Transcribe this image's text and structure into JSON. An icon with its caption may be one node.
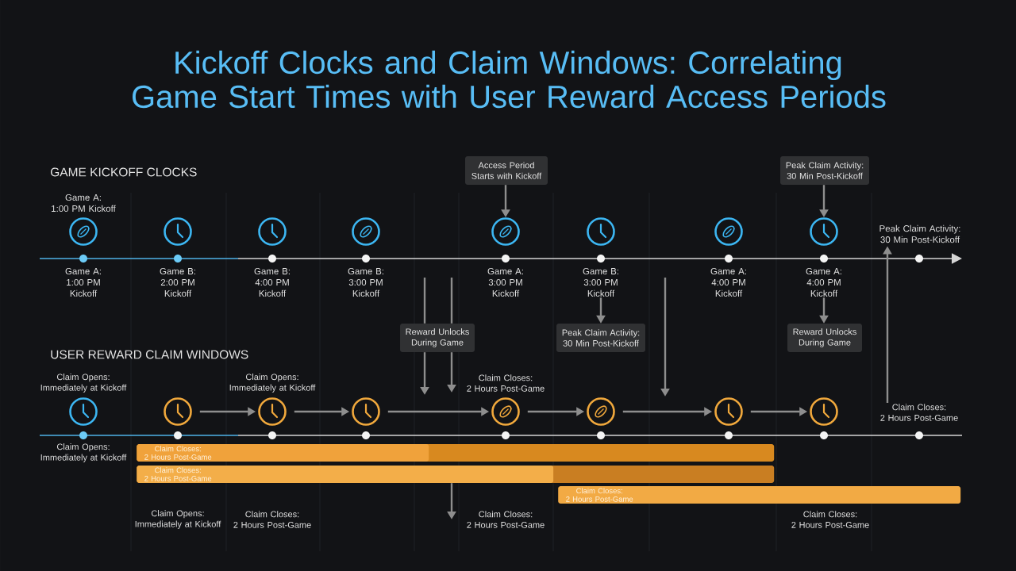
{
  "diagram": {
    "title": "Kickoff Clocks and Claim Windows: Correlating Game Start Times with User Reward Access Periods",
    "nodes": [
      {
        "text": [
          "Access Period Starts with Kickoff"
        ]
      },
      {
        "text": [
          "Peak Claim Activity: 30 Min Post-Kickoff"
        ]
      },
      {
        "text": [],
        "shape": "circle",
        "beside": [
          "Game A: 1:00 PM Kickoff",
          "Game A: 1:00 PM Kickoff"
        ]
      },
      {
        "text": [],
        "shape": "circle",
        "beside": [
          "Game B: 2:00 PM Kickoff"
        ]
      },
      {
        "text": [],
        "shape": "circle",
        "beside": [
          "Game B: 4:00 PM Kickoff"
        ]
      },
      {
        "text": [],
        "shape": "circle",
        "beside": [
          "Game B: 3:00 PM Kickoff"
        ]
      },
      {
        "text": [],
        "shape": "circle",
        "beside": [
          "Game A: 3:00 PM Kickoff"
        ]
      },
      {
        "text": [],
        "shape": "circle"
      },
      {
        "text": [],
        "shape": "circle",
        "beside": [
          "Game A: 4:00 PM Kickoff"
        ]
      },
      {
        "text": [],
        "shape": "circle"
      },
      {
        "text": [
          "Game B: 3:00 PM Kickoff"
        ]
      },
      {
        "text": [
          "Game A: 4:00 PM Kickoff"
        ]
      },
      {
        "text": [
          "Peak Claim Activity: 30 Min Post-Kickoff"
        ]
      },
      {
        "text": [
          "Reward Unlocks During Game"
        ]
      },
      {
        "text": [
          "Peak Claim Activity: 30 Min Post-Kickoff"
        ]
      },
      {
        "text": [
          "Reward Unlocks During Game"
        ]
      },
      {
        "text": [],
        "shape": "circle",
        "beside": [
          "Claim Opens: Immediately at Kickoff"
        ]
      },
      {
        "text": [],
        "shape": "circle"
      },
      {
        "text": [],
        "shape": "circle",
        "beside": [
          "Claim Opens: Immediately at Kickoff"
        ]
      },
      {
        "text": [],
        "shape": "circle"
      },
      {
        "text": [],
        "shape": "circle"
      },
      {
        "text": [],
        "shape": "circle"
      },
      {
        "text": [],
        "shape": "circle"
      },
      {
        "text": [],
        "shape": "circle"
      },
      {
        "text": [
          "Claim Closes: 2 Hours Post-Game"
        ]
      },
      {
        "text": [
          "Claim Closes: 2 Hours Post-Game"
        ]
      },
      {
        "text": [
          "Claim Closes: 2 Hours Post-Game"
        ]
      },
      {
        "text": [
          "Claim Closes: 2 Hours Post-Game"
        ]
      },
      {
        "text": [
          "Claim Closes: 2 Hours Post-Game"
        ],
        "beside": [
          "Claim Closes: 2 Hours Post-Game"
        ]
      },
      {
        "text": [
          "Claim Closes: 2 Hours Post-Game"
        ]
      }
    ],
    "edges": [
      {
        "from": 0,
        "to": 6,
        "arrow": "to"
      },
      {
        "from": 1,
        "to": 9,
        "arrow": "to"
      },
      {
        "from": 10,
        "to": 14,
        "arrow": "to"
      },
      {
        "from": 11,
        "to": 15,
        "arrow": "to"
      },
      {
        "from": null,
        "to": 13,
        "arrow": "none"
      },
      {
        "from": null,
        "to": 13,
        "arrow": "none"
      },
      {
        "from": 13,
        "to": null,
        "arrow": "to"
      },
      {
        "from": 13,
        "to": 24,
        "arrow": "to"
      },
      {
        "from": 25,
        "to": 12,
        "arrow": "to"
      },
      {
        "from": 17,
        "to": 18,
        "arrow": "to"
      },
      {
        "from": 18,
        "to": 19,
        "arrow": "to"
      },
      {
        "from": 19,
        "to": 20,
        "arrow": "to"
      },
      {
        "from": 20,
        "to": 21,
        "arrow": "to"
      },
      {
        "from": 21,
        "to": 22,
        "arrow": "to"
      },
      {
        "from": 22,
        "to": 23,
        "arrow": "to"
      },
      {
        "from": 27,
        "to": 29,
        "arrow": "to"
      }
    ],
    "labels": [
      "GAME KICKOFF CLOCKS",
      "USER REWARD CLAIM WINDOWS",
      "Claim Opens: Immediately at Kickoff",
      "Claim Opens: Immediately at Kickoff",
      "Claim Closes: 2 Hours Post-Game"
    ]
  }
}
